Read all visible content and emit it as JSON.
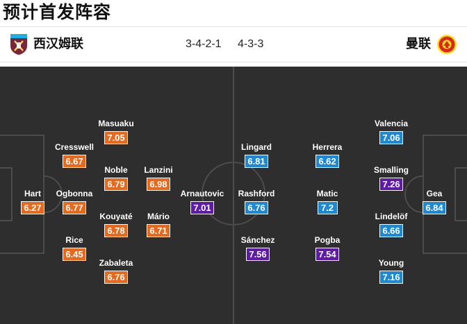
{
  "title": "预计首发阵容",
  "home": {
    "name": "西汉姆联",
    "formation": "3-4-2-1",
    "badge_colors": {
      "primary": "#7a263a",
      "secondary": "#1bb1e7"
    }
  },
  "away": {
    "name": "曼联",
    "formation": "4-3-3",
    "badge_colors": {
      "primary": "#da291c",
      "secondary": "#fbe122"
    }
  },
  "colors": {
    "pitch": "#2e2e2e",
    "home_rating": "#e8691c",
    "away_rating": "#1e88d2",
    "top_rating": "#5f1aa8"
  },
  "players": {
    "hart": {
      "name": "Hart",
      "rating": "6.27"
    },
    "cresswell": {
      "name": "Cresswell",
      "rating": "6.67"
    },
    "ogbonna": {
      "name": "Ogbonna",
      "rating": "6.77"
    },
    "rice": {
      "name": "Rice",
      "rating": "6.45"
    },
    "masuaku": {
      "name": "Masuaku",
      "rating": "7.05"
    },
    "noble": {
      "name": "Noble",
      "rating": "6.79"
    },
    "kouyate": {
      "name": "Kouyaté",
      "rating": "6.78"
    },
    "zabaleta": {
      "name": "Zabaleta",
      "rating": "6.76"
    },
    "lanzini": {
      "name": "Lanzini",
      "rating": "6.98"
    },
    "mario": {
      "name": "Mário",
      "rating": "6.71"
    },
    "arnautovic": {
      "name": "Arnautovic",
      "rating": "7.01"
    },
    "lingard": {
      "name": "Lingard",
      "rating": "6.81"
    },
    "rashford": {
      "name": "Rashford",
      "rating": "6.76"
    },
    "sanchez": {
      "name": "Sánchez",
      "rating": "7.56"
    },
    "herrera": {
      "name": "Herrera",
      "rating": "6.62"
    },
    "matic": {
      "name": "Matic",
      "rating": "7.2"
    },
    "pogba": {
      "name": "Pogba",
      "rating": "7.54"
    },
    "valencia": {
      "name": "Valencia",
      "rating": "7.06"
    },
    "smalling": {
      "name": "Smalling",
      "rating": "7.26"
    },
    "lindelof": {
      "name": "Lindelöf",
      "rating": "6.66"
    },
    "young": {
      "name": "Young",
      "rating": "7.16"
    },
    "gea": {
      "name": "Gea",
      "rating": "6.84"
    }
  }
}
